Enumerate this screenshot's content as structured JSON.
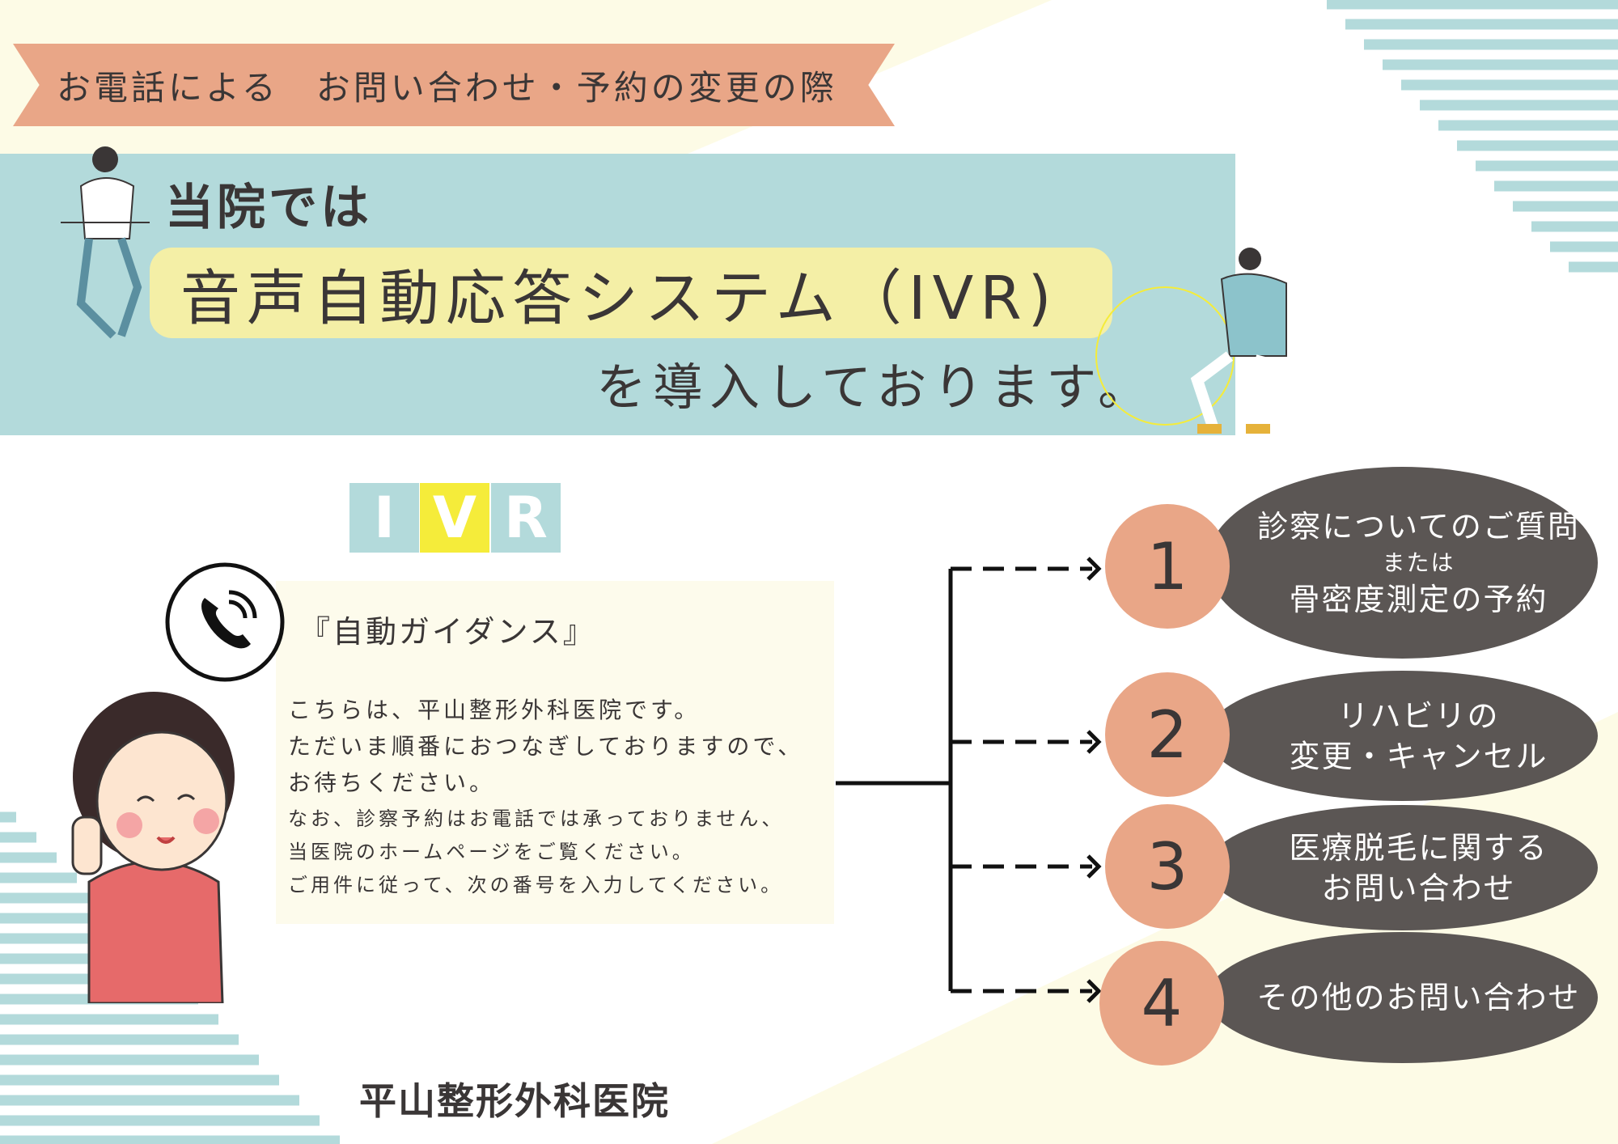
{
  "banner": {
    "text": "お電話による　お問い合わせ・予約の変更の際"
  },
  "headline": {
    "line1": "当院では",
    "line2": "音声自動応答システム（IVR)",
    "line3": "を導入しております。"
  },
  "ivr_letters": [
    "I",
    "V",
    "R"
  ],
  "guidance": {
    "title": "『自動ガイダンス』",
    "lines": [
      "こちらは、平山整形外科医院です。",
      "ただいま順番におつなぎしておりますので、",
      "お待ちください。"
    ],
    "note_lines": [
      "なお、診察予約はお電話では承っておりません、",
      "当医院のホームページをご覧ください。",
      "ご用件に従って、次の番号を入力してください。"
    ]
  },
  "options": [
    {
      "number": "1",
      "lines": [
        "診察についてのご質問",
        "または",
        "骨密度測定の予約"
      ]
    },
    {
      "number": "2",
      "lines": [
        "リハビリの",
        "変更・キャンセル"
      ]
    },
    {
      "number": "3",
      "lines": [
        "医療脱毛に関する",
        "お問い合わせ"
      ]
    },
    {
      "number": "4",
      "lines": [
        "その他のお問い合わせ"
      ]
    }
  ],
  "footer": {
    "clinic_name": "平山整形外科医院"
  },
  "colors": {
    "salmon": "#e9a687",
    "teal": "#b3dadb",
    "yellow_pill": "#f4efa6",
    "ivr_yellow": "#f5ec3a",
    "oval": "#5b5654",
    "cream": "#fdfbe6"
  }
}
